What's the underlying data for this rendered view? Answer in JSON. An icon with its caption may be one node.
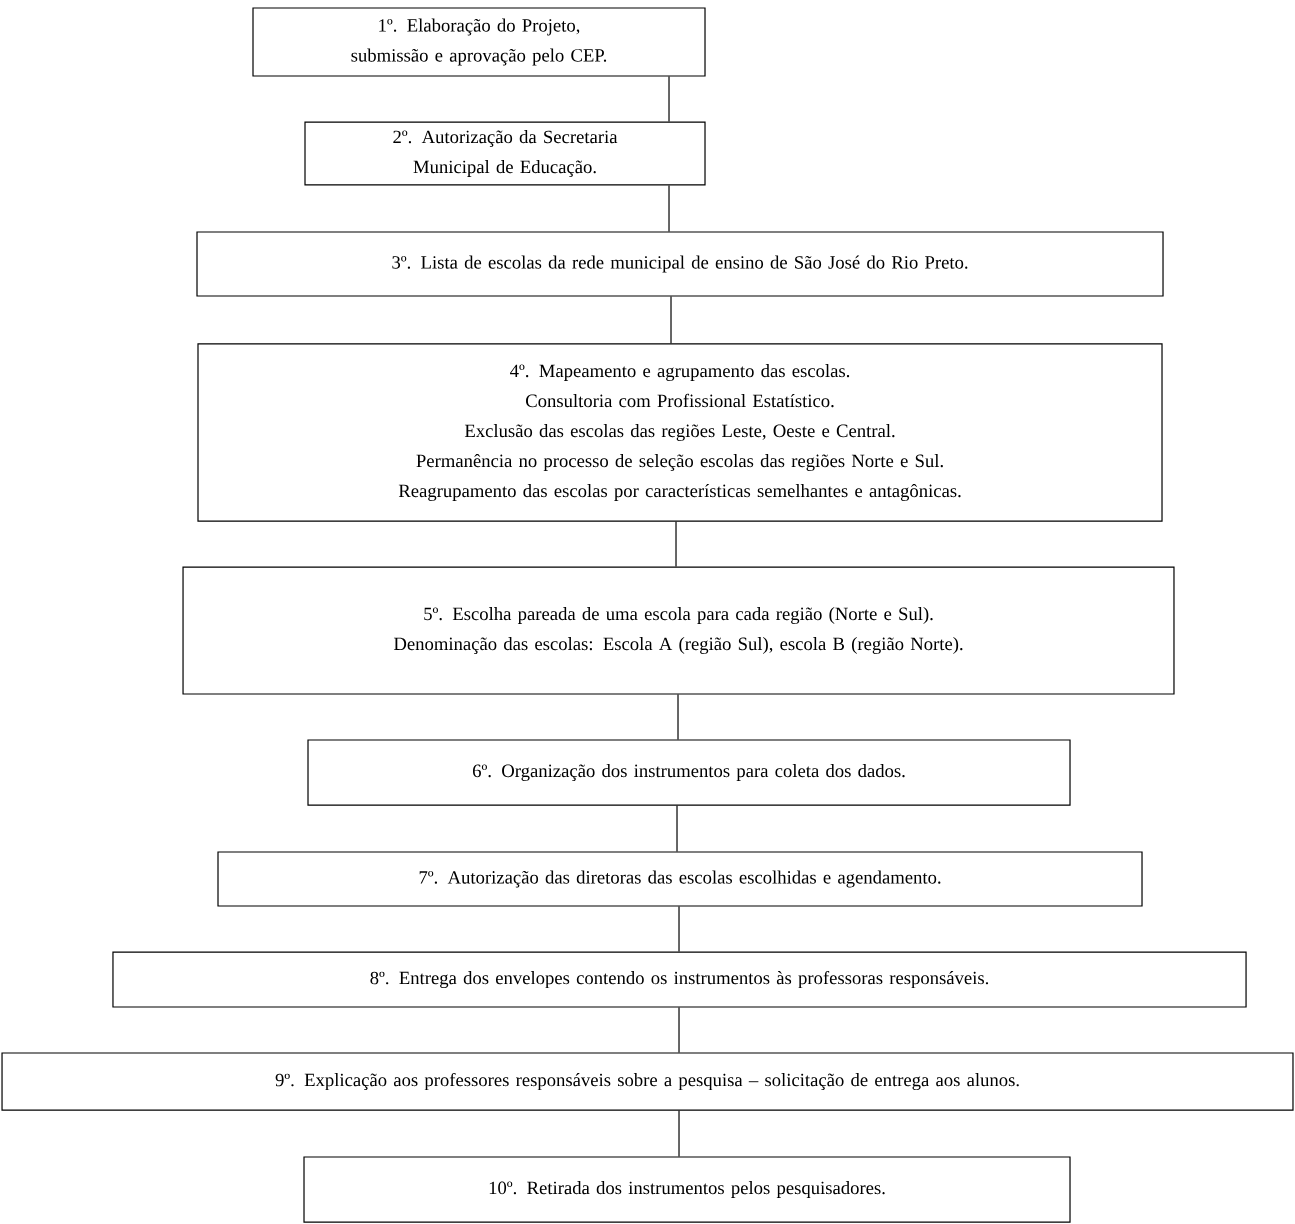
{
  "diagram": {
    "nodes": [
      {
        "text": [
          "1º. Elaboração do Projeto, submissão e aprovação pelo CEP."
        ]
      },
      {
        "text": [
          "2º. Autorização da Secretaria Municipal de Educação."
        ]
      },
      {
        "text": [
          "3º. Lista de escolas da rede municipal de ensino de São José do Rio Preto."
        ]
      },
      {
        "text": [
          "4º. Mapeamento e agrupamento das escolas.",
          "Consultoria com Profissional Estatístico.",
          "Exclusão das escolas das regiões Leste, Oeste e Central.",
          "Permanência no processo de seleção escolas das regiões Norte e Sul.",
          "Reagrupamento das escolas por características semelhantes e antagônicas."
        ]
      },
      {
        "text": [
          "5º. Escolha pareada de uma escola para cada região (Norte e Sul).",
          "Denominação das escolas: Escola A (região Sul), escola B (região Norte)."
        ]
      },
      {
        "text": [
          "6º. Organização dos instrumentos para coleta dos dados."
        ]
      },
      {
        "text": [
          "7º. Autorização das diretoras das escolas escolhidas e agendamento."
        ]
      },
      {
        "text": [
          "8º. Entrega dos envelopes contendo os instrumentos às professoras responsáveis."
        ]
      },
      {
        "text": [
          "9º. Explicação aos professores responsáveis sobre a pesquisa – solicitação de entrega aos alunos."
        ]
      },
      {
        "text": [
          "10º. Retirada dos instrumentos pelos pesquisadores."
        ]
      }
    ],
    "edges": [
      {
        "from": 0,
        "to": 1,
        "arrow": "none"
      },
      {
        "from": 1,
        "to": 2,
        "arrow": "none"
      },
      {
        "from": 2,
        "to": 3,
        "arrow": "none"
      },
      {
        "from": 3,
        "to": 4,
        "arrow": "none"
      },
      {
        "from": 4,
        "to": 5,
        "arrow": "none"
      },
      {
        "from": 5,
        "to": 6,
        "arrow": "none"
      },
      {
        "from": 6,
        "to": 7,
        "arrow": "none"
      },
      {
        "from": 7,
        "to": 8,
        "arrow": "none"
      },
      {
        "from": 8,
        "to": 9,
        "arrow": "none"
      }
    ]
  }
}
